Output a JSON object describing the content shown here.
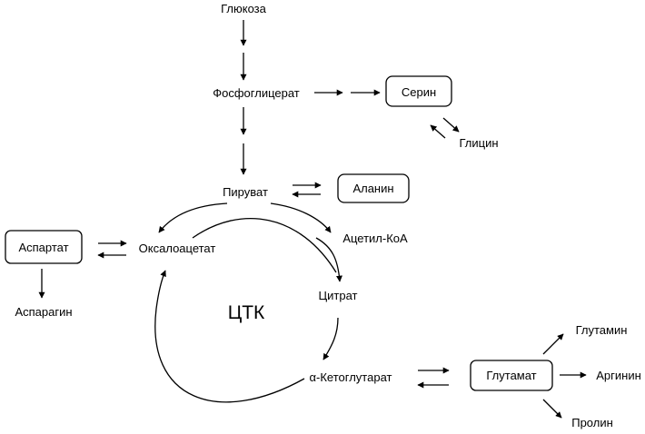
{
  "nodes": {
    "glucose": "Глюкоза",
    "phosphoglycerate": "Фосфоглицерат",
    "serine": "Серин",
    "glycine": "Глицин",
    "pyruvate": "Пируват",
    "alanine": "Аланин",
    "aspartate": "Аспартат",
    "oxaloacetate": "Оксалоацетат",
    "acetyl_coa": "Ацетил-КоА",
    "asparagine": "Аспарагин",
    "citrate": "Цитрат",
    "tca": "ЦТК",
    "alpha_ketoglutarate": "α-Кетоглутарат",
    "glutamate": "Глутамат",
    "glutamine": "Глутамин",
    "arginine": "Аргинин",
    "proline": "Пролин"
  },
  "boxed_nodes": [
    "serine",
    "alanine",
    "aspartate",
    "glutamate"
  ]
}
